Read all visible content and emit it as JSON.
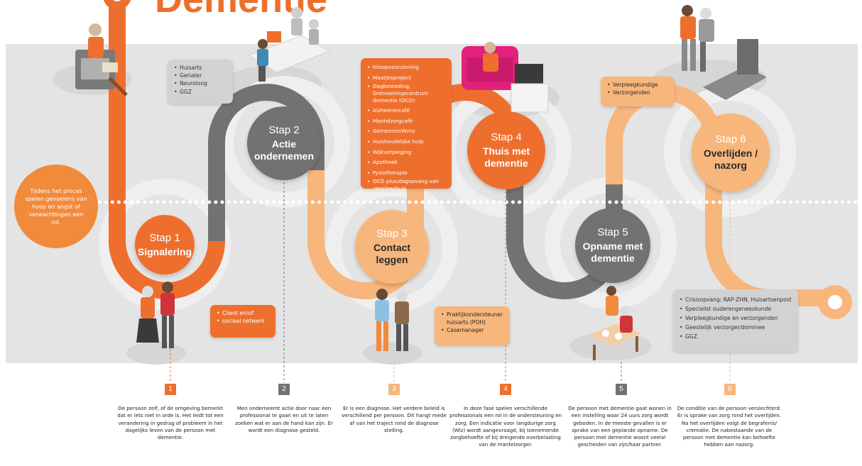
{
  "title": "Dementie",
  "colors": {
    "orange": "#ee6f2d",
    "dark_gray": "#6f6f6f",
    "light_orange": "#f7b67c",
    "callout_gray": "#d2d2d2",
    "band": "#e4e4e4"
  },
  "feelings_note": "Tijdens het proces spelen gevoelens van hoop en angst of verwachtingen een rol.",
  "steps": [
    {
      "stap": "Stap 1",
      "name_lines": [
        "Signalering"
      ],
      "number": "1",
      "callout": [
        "Client en/of",
        "sociaal netwerk"
      ],
      "description": "De persoon zelf, of de omgeving bemerkt dat er iets niet in orde is. Het leidt tot een verandering in gedrag of probleem in het dagelijks leven van de persoon met dementie."
    },
    {
      "stap": "Stap 2",
      "name_lines": [
        "Actie",
        "ondernemen"
      ],
      "number": "2",
      "callout": [
        "Huisarts",
        "Geriater",
        "Neuroloog",
        "GGZ"
      ],
      "description": "Men onderneemt actie door naar een professional te gaan en uit te laten zoeken wat er aan de hand kan zijn. Er wordt een diagnose gesteld."
    },
    {
      "stap": "Stap 3",
      "name_lines": [
        "Contact",
        "leggen"
      ],
      "number": "3",
      "callout": [
        "Praktijkondersteuner huisarts (POH)",
        "Casemanager"
      ],
      "description": "Er is een diagnose. Het verdere beleid is verschillend per persoon. Dit hangt mede af van het traject rond de diagnose stelling."
    },
    {
      "stap": "Stap 4",
      "name_lines": [
        "Thuis met",
        "dementie"
      ],
      "number": "4",
      "callout": [
        "Inloopvoorziening",
        "Maatjesproject",
        "Dagbesteding, Ontmoetingscentrum dementie (OCD)",
        "Alzheimercafé",
        "Mantelzorgcafé",
        "Gemeente/Wmo",
        "Huishoudelijke hulp",
        "Wijkverpleging",
        "Apotheek",
        "Fysiotherapie",
        "OCD plus/dagopvang van verpleeghuis"
      ],
      "description": "In deze fase spelen verschillende professionals een rol in de ondersteuning en zorg. Een indicatie voor langdurige zorg (Wlz) wordt aangevraagd, bij toenemende zorgbehoefte of bij dreigende overbelasting van de mantelzorger."
    },
    {
      "stap": "Stap 5",
      "name_lines": [
        "Opname met",
        "dementie"
      ],
      "number": "5",
      "callout": [
        "Crisisopvang: RAP-ZHN, Huisartsenpost",
        "Specialist ouderengeneeskunde",
        "Verpleegkundige en verzorgenden",
        "Geestelijk verzorger/dominee",
        "GGZ"
      ],
      "description": "De persoon met dementie gaat wonen in een instelling waar 24 uurs zorg wordt geboden. In de meeste gevallen is er sprake van een geplande opname. De persoon met dementie woont veelal gescheiden van zijn/haar partner."
    },
    {
      "stap": "Stap 6",
      "name_lines": [
        "Overlijden /",
        "nazorg"
      ],
      "number": "6",
      "callout": [
        "Verpleegkundige",
        "Verzorgenden"
      ],
      "description": "De conditie van de persoon verslechterd. Er is sprake van zorg rond het overlijden. Na het overlijden volgt de begrafenis/ crematie. De nabestaande van de persoon met dementie kan behoefte hebben aan nazorg."
    }
  ]
}
